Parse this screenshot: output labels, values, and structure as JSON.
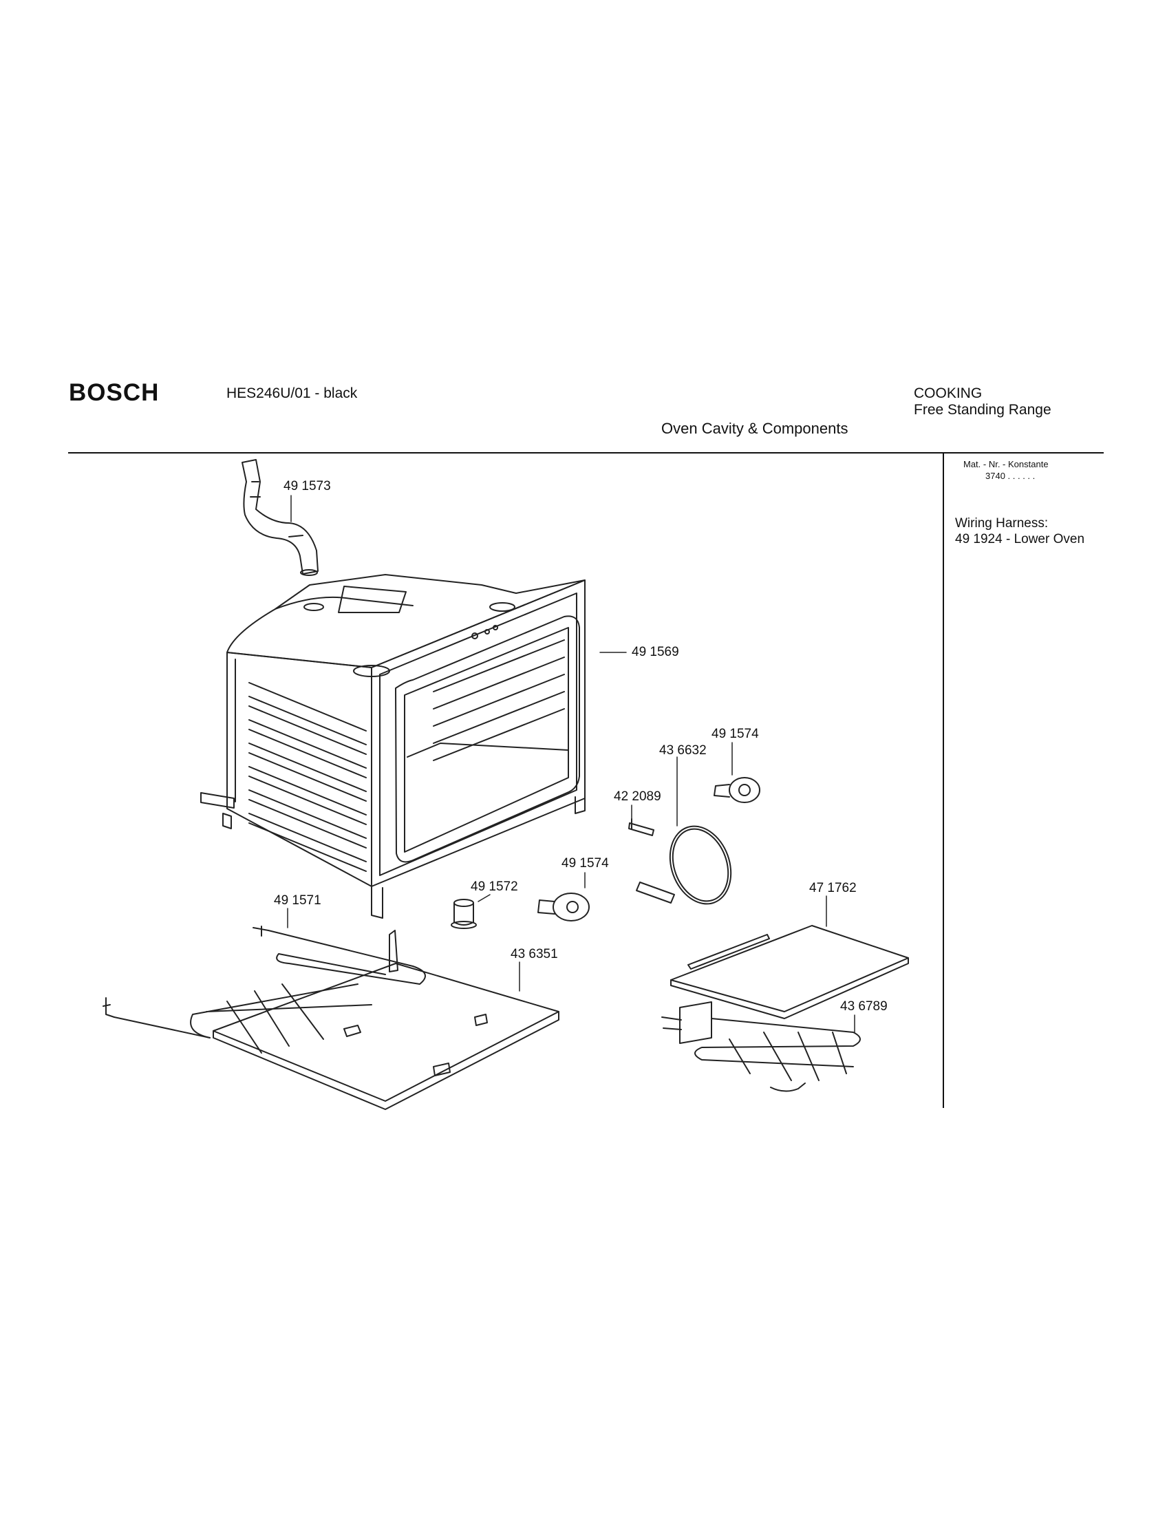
{
  "header": {
    "brand": "BOSCH",
    "model": "HES246U/01 - black",
    "category_line1": "COOKING",
    "category_line2": "Free Standing Range",
    "section_title": "Oven Cavity & Components"
  },
  "side_panel": {
    "mat_nr_label": "Mat. - Nr. - Konstante",
    "mat_nr_value": "3740 . .   . . . .",
    "wiring_title": "Wiring Harness:",
    "wiring_value": "49 1924 - Lower Oven"
  },
  "part_labels": [
    "49 1573",
    "49 1569",
    "49 1574",
    "43 6632",
    "42 2089",
    "49 1574",
    "49 1572",
    "49 1571",
    "43 6351",
    "47 1762",
    "43 6789"
  ]
}
